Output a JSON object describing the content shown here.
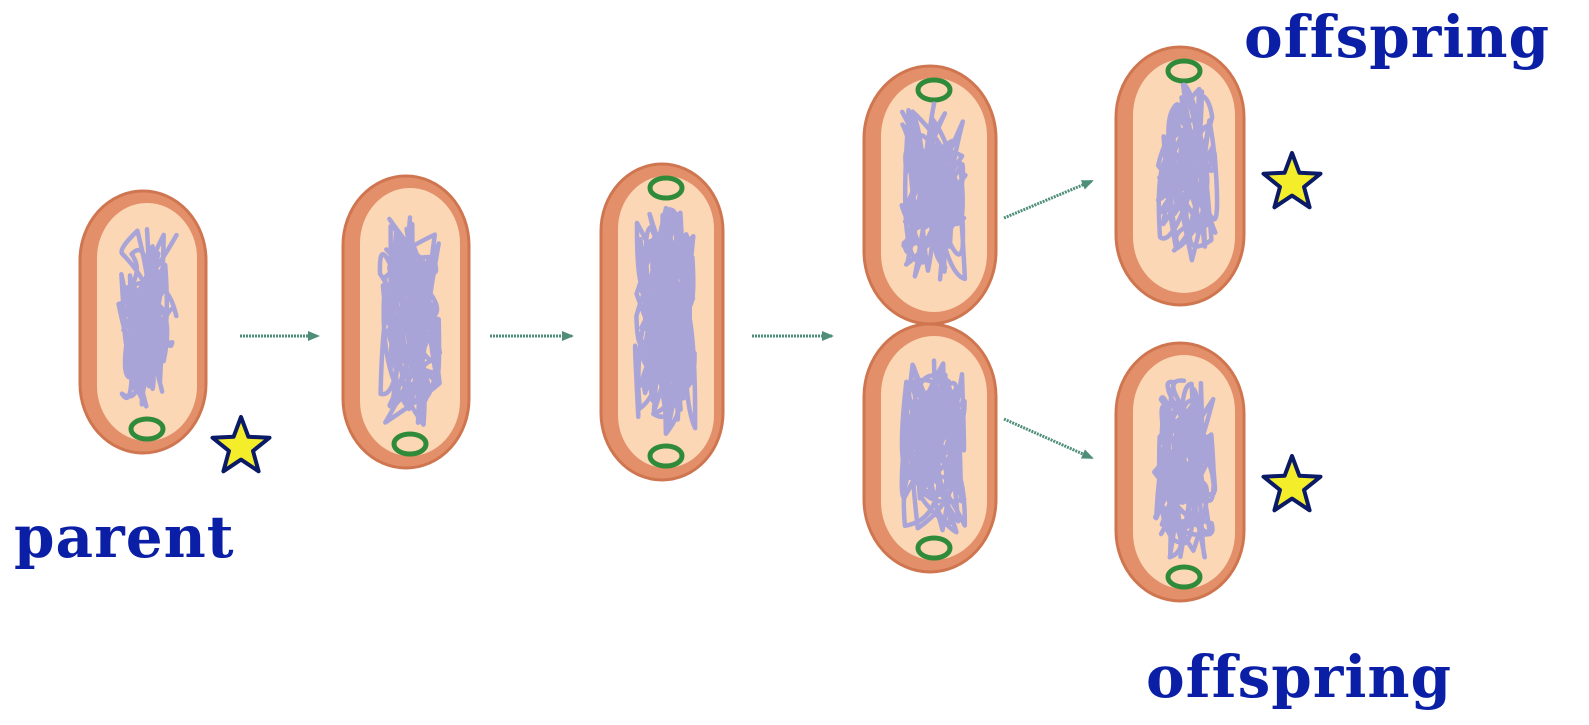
{
  "labels": {
    "parent": "parent",
    "offspring_top": "offspring",
    "offspring_bottom": "offspring"
  },
  "colors": {
    "cell_wall": "#e3906a",
    "cell_wall_dark": "#cf7650",
    "cytoplasm": "#fbd7b5",
    "dna": "#a9a4d8",
    "plasmid_ring": "#2f8a3a",
    "arrow": "#4f8f78",
    "star_fill": "#f4ee2a",
    "star_stroke": "#0b1a66",
    "label_text": "#0b1fa6"
  },
  "icons": {
    "star": "star-icon",
    "arrow": "arrow-right-icon"
  }
}
